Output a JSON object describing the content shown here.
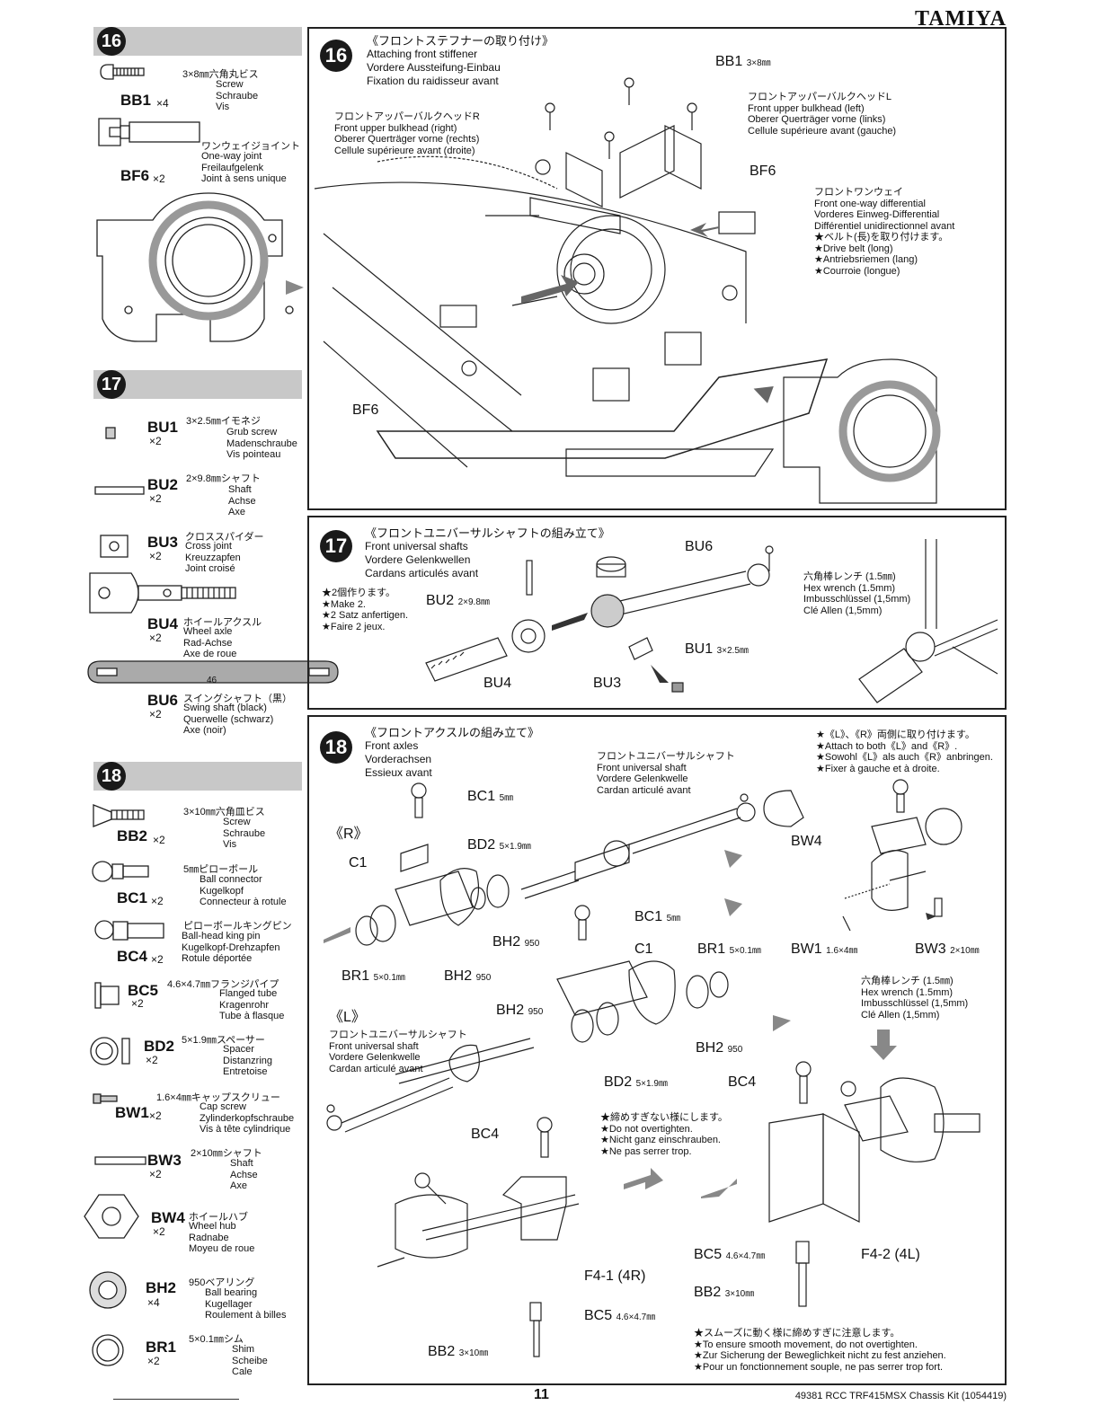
{
  "brand": "TAMIYA",
  "page_number": "11",
  "kit": "49381 RCC TRF415MSX Chassis Kit (1054419)",
  "steps": {
    "s16": {
      "num": "16",
      "jp": "《フロントステフナーの取り付け》",
      "en": "Attaching front stiffener",
      "de": "Vordere Aussteifung-Einbau",
      "fr": "Fixation du raidisseur avant"
    },
    "s17": {
      "num": "17",
      "jp": "《フロントユニバーサルシャフトの組み立て》",
      "en": "Front universal shafts",
      "de": "Vordere Gelenkwellen",
      "fr": "Cardans articulés avant"
    },
    "s18": {
      "num": "18",
      "jp": "《フロントアクスルの組み立て》",
      "en": "Front axles",
      "de": "Vorderachsen",
      "fr": "Essieux avant"
    }
  },
  "sidebar": {
    "s16": [
      {
        "code": "BB1",
        "qty": "×4",
        "size": "3×8㎜六角丸ビス",
        "desc": [
          "Screw",
          "Schraube",
          "Vis"
        ]
      },
      {
        "code": "BF6",
        "qty": "×2",
        "size": "ワンウェイジョイント",
        "desc": [
          "One-way joint",
          "Freilaufgelenk",
          "Joint à sens unique"
        ]
      }
    ],
    "s17": [
      {
        "code": "BU1",
        "qty": "×2",
        "size": "3×2.5㎜イモネジ",
        "desc": [
          "Grub screw",
          "Madenschraube",
          "Vis pointeau"
        ]
      },
      {
        "code": "BU2",
        "qty": "×2",
        "size": "2×9.8㎜シャフト",
        "desc": [
          "Shaft",
          "Achse",
          "Axe"
        ]
      },
      {
        "code": "BU3",
        "qty": "×2",
        "size": "クロススパイダー",
        "desc": [
          "Cross joint",
          "Kreuzzapfen",
          "Joint croisé"
        ]
      },
      {
        "code": "BU4",
        "qty": "×2",
        "size": "ホイールアクスル",
        "desc": [
          "Wheel axle",
          "Rad-Achse",
          "Axe de roue"
        ]
      },
      {
        "code": "BU6",
        "qty": "×2",
        "size": "スイングシャフト（黒）",
        "desc": [
          "Swing shaft (black)",
          "Querwelle (schwarz)",
          "Axe (noir)"
        ],
        "mark": "46"
      }
    ],
    "s18": [
      {
        "code": "BB2",
        "qty": "×2",
        "size": "3×10㎜六角皿ビス",
        "desc": [
          "Screw",
          "Schraube",
          "Vis"
        ]
      },
      {
        "code": "BC1",
        "qty": "×2",
        "size": "5㎜ピローボール",
        "desc": [
          "Ball connector",
          "Kugelkopf",
          "Connecteur à rotule"
        ]
      },
      {
        "code": "BC4",
        "qty": "×2",
        "size": "ピローボールキングピン",
        "desc": [
          "Ball-head king pin",
          "Kugelkopf-Drehzapfen",
          "Rotule déportée"
        ]
      },
      {
        "code": "BC5",
        "qty": "×2",
        "size": "4.6×4.7㎜フランジパイプ",
        "desc": [
          "Flanged tube",
          "Kragenrohr",
          "Tube à flasque"
        ]
      },
      {
        "code": "BD2",
        "qty": "×2",
        "size": "5×1.9㎜スペーサー",
        "desc": [
          "Spacer",
          "Distanzring",
          "Entretoise"
        ]
      },
      {
        "code": "BW1",
        "qty": "×2",
        "size": "1.6×4㎜キャップスクリュー",
        "desc": [
          "Cap screw",
          "Zylinderkopfschraube",
          "Vis à tête cylindrique"
        ]
      },
      {
        "code": "BW3",
        "qty": "×2",
        "size": "2×10㎜シャフト",
        "desc": [
          "Shaft",
          "Achse",
          "Axe"
        ]
      },
      {
        "code": "BW4",
        "qty": "×2",
        "size": "ホイールハブ",
        "desc": [
          "Wheel hub",
          "Radnabe",
          "Moyeu de roue"
        ]
      },
      {
        "code": "BH2",
        "qty": "×4",
        "size": "950ベアリング",
        "desc": [
          "Ball bearing",
          "Kugellager",
          "Roulement à billes"
        ]
      },
      {
        "code": "BR1",
        "qty": "×2",
        "size": "5×0.1㎜シム",
        "desc": [
          "Shim",
          "Scheibe",
          "Cale"
        ]
      }
    ]
  },
  "s16_labels": {
    "bb1": "BB1",
    "bb1_size": "3×8㎜",
    "bf6a": "BF6",
    "bf6b": "BF6",
    "bulk_r": [
      "フロントアッパーバルクヘッドR",
      "Front upper bulkhead (right)",
      "Oberer Querträger vorne (rechts)",
      "Cellule supérieure avant (droite)"
    ],
    "bulk_l": [
      "フロントアッパーバルクヘッドL",
      "Front upper bulkhead (left)",
      "Oberer Querträger vorne (links)",
      "Cellule supérieure avant (gauche)"
    ],
    "diff": [
      "フロントワンウェイ",
      "Front one-way differential",
      "Vorderes Einweg-Differential",
      "Différentiel unidirectionnel avant",
      "★ベルト(長)を取り付けます。",
      "★Drive belt (long)",
      "★Antriebsriemen (lang)",
      "★Courroie (longue)"
    ]
  },
  "s17_labels": {
    "make2": [
      "★2個作ります。",
      "★Make 2.",
      "★2 Satz anfertigen.",
      "★Faire 2 jeux."
    ],
    "bu2": "BU2",
    "bu2_size": "2×9.8㎜",
    "bu4": "BU4",
    "bu3": "BU3",
    "bu6": "BU6",
    "bu1": "BU1",
    "bu1_size": "3×2.5㎜",
    "hex": [
      "六角棒レンチ (1.5㎜)",
      "Hex wrench (1.5mm)",
      "Imbusschlüssel (1,5mm)",
      "Clé Allen (1,5mm)"
    ]
  },
  "s18_labels": {
    "attach": [
      "★《L》、《R》両側に取り付けます。",
      "★Attach to both《L》and《R》.",
      "★Sowohl《L》als auch《R》anbringen.",
      "★Fixer à gauche et à droite."
    ],
    "univ_r": [
      "フロントユニバーサルシャフト",
      "Front universal shaft",
      "Vordere Gelenkwelle",
      "Cardan articulé avant"
    ],
    "univ_l": [
      "フロントユニバーサルシャフト",
      "Front universal shaft",
      "Vordere Gelenkwelle",
      "Cardan articulé avant"
    ],
    "r_mark": "《R》",
    "l_mark": "《L》",
    "bc1": "BC1",
    "bc1_size": "5㎜",
    "bc1b": "BC1",
    "bc1b_size": "5㎜",
    "bd2": "BD2",
    "bd2_size": "5×1.9㎜",
    "bd2b": "BD2",
    "bd2b_size": "5×1.9㎜",
    "c1": "C1",
    "c1b": "C1",
    "bh2a": "BH2",
    "bh2a_size": "950",
    "bh2b": "BH2",
    "bh2b_size": "950",
    "bh2c": "BH2",
    "bh2c_size": "950",
    "bh2d": "BH2",
    "bh2d_size": "950",
    "br1a": "BR1",
    "br1a_size": "5×0.1㎜",
    "br1b": "BR1",
    "br1b_size": "5×0.1㎜",
    "bw4": "BW4",
    "bw1": "BW1",
    "bw1_size": "1.6×4㎜",
    "bw3": "BW3",
    "bw3_size": "2×10㎜",
    "hex": [
      "六角棒レンチ (1.5㎜)",
      "Hex wrench (1.5mm)",
      "Imbusschlüssel (1,5mm)",
      "Clé Allen (1,5mm)"
    ],
    "bc4a": "BC4",
    "bc4b": "BC4",
    "no_over": [
      "★締めすぎない様にします。",
      "★Do not overtighten.",
      "★Nicht ganz einschrauben.",
      "★Ne pas serrer trop."
    ],
    "f41": "F4-1 (4R)",
    "f42": "F4-2 (4L)",
    "bc5a": "BC5",
    "bc5a_size": "4.6×4.7㎜",
    "bc5b": "BC5",
    "bc5b_size": "4.6×4.7㎜",
    "bb2a": "BB2",
    "bb2a_size": "3×10㎜",
    "bb2b": "BB2",
    "bb2b_size": "3×10㎜",
    "smooth": [
      "★スムーズに動く様に締めすぎに注意します。",
      "★To ensure smooth movement, do not overtighten.",
      "★Zur Sicherung der Beweglichkeit nicht zu fest anziehen.",
      "★Pour un fonctionnement souple, ne pas serrer trop fort."
    ]
  }
}
